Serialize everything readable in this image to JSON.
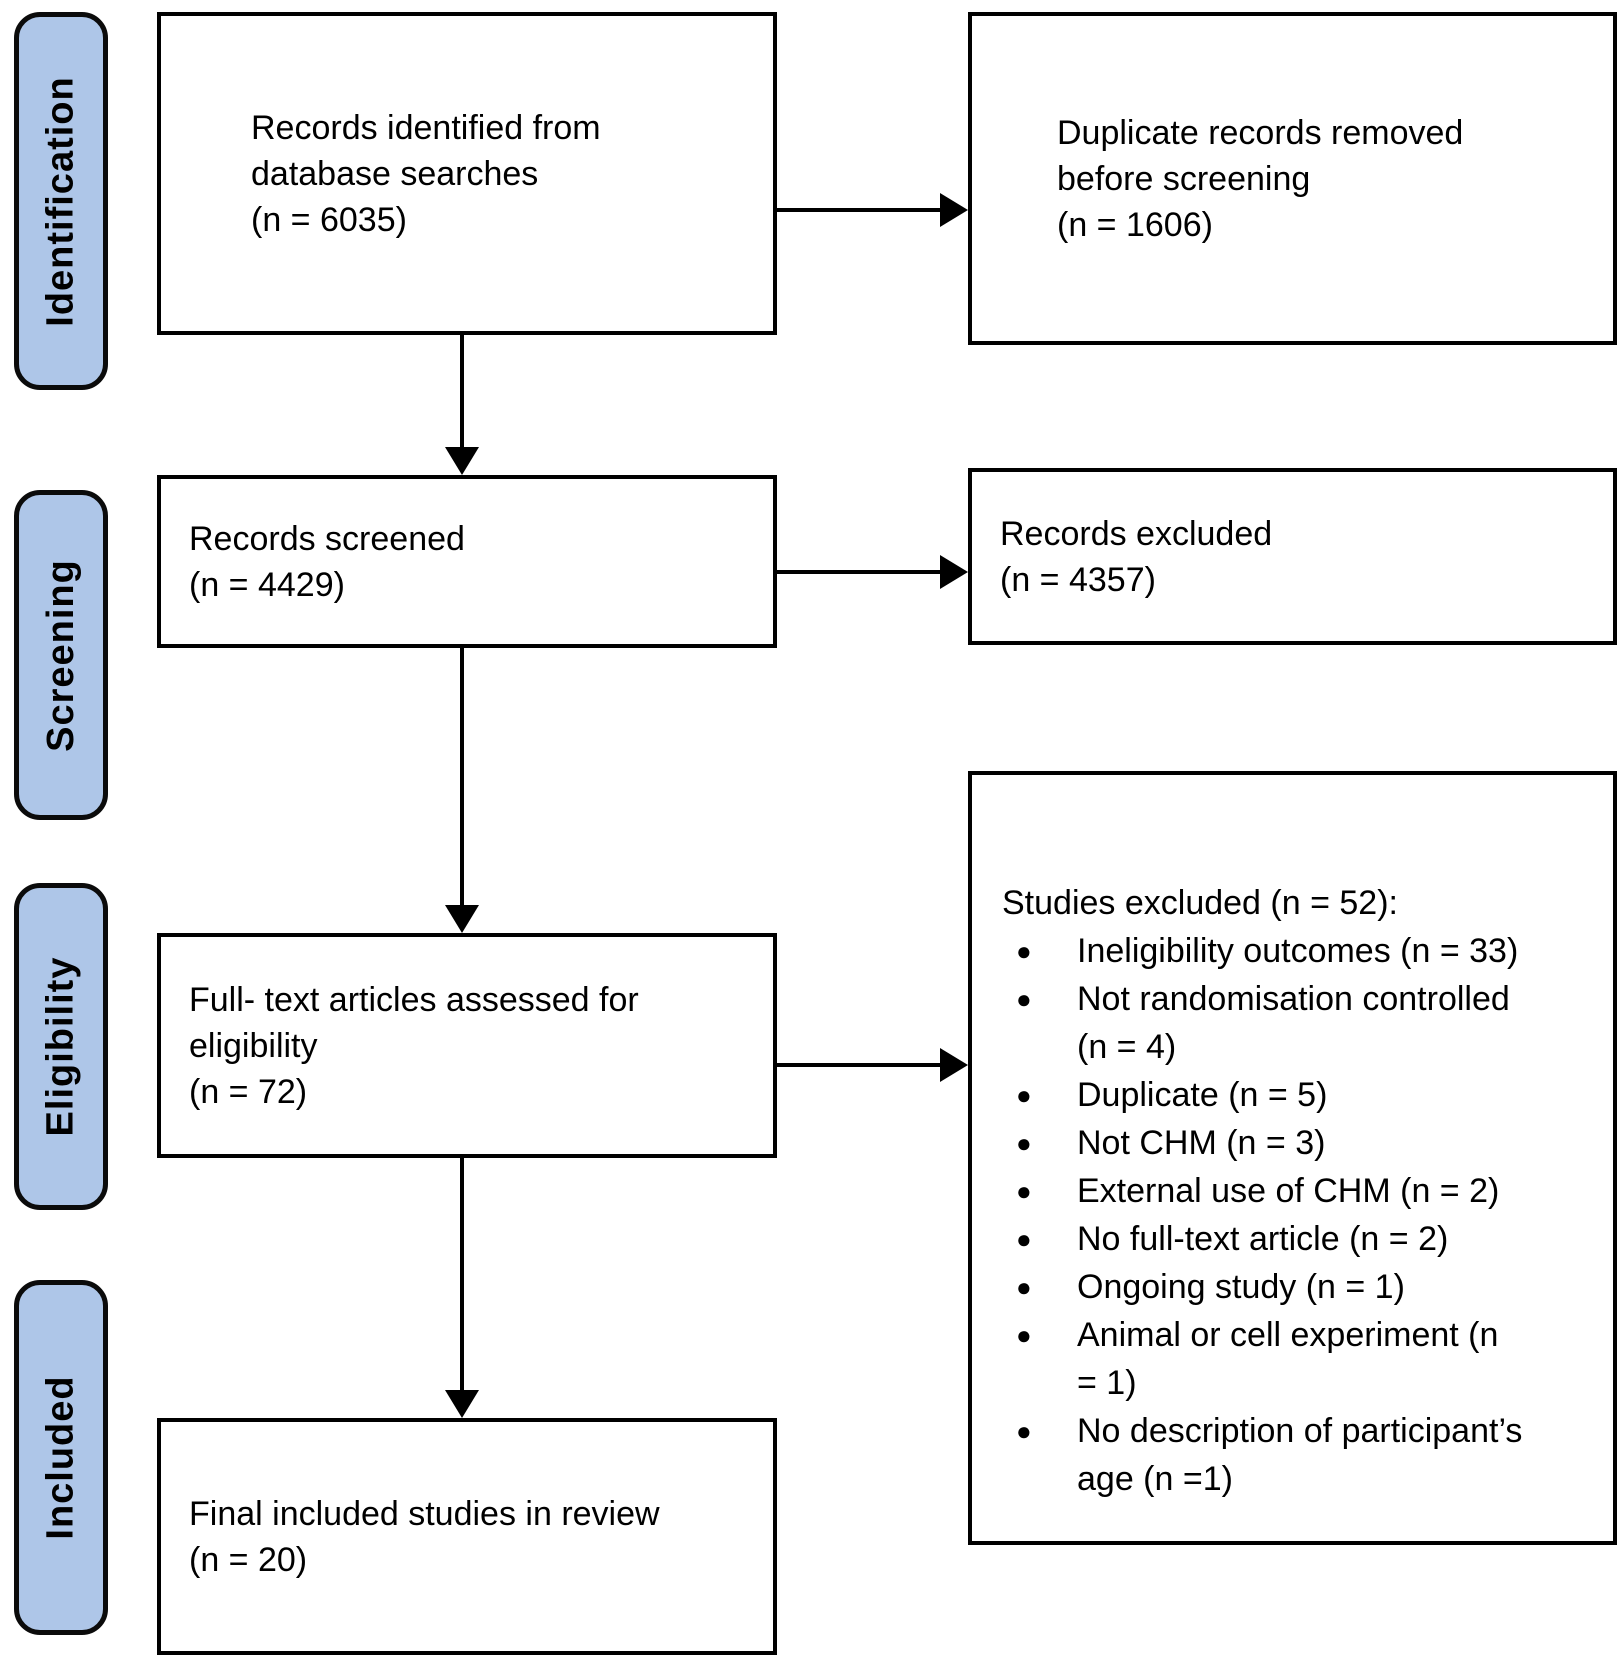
{
  "diagram": {
    "type": "prisma-flow",
    "stages": [
      {
        "label": "Identification"
      },
      {
        "label": "Screening"
      },
      {
        "label": "Eligibility"
      },
      {
        "label": "Included"
      }
    ],
    "boxes": {
      "identified": "Records identified from\ndatabase searches\n(n = 6035)",
      "duplicates_removed": "Duplicate records removed\nbefore screening\n(n = 1606)",
      "screened": "Records screened\n(n = 4429)",
      "records_excluded": "Records excluded\n(n = 4357)",
      "fulltext_assessed": "Full- text articles assessed for\neligibility\n(n = 72)",
      "final_included": "Final included studies in review\n(n = 20)"
    },
    "excluded_box": {
      "title": "Studies excluded (n = 52):",
      "bullet_glyph": "●",
      "items": [
        "Ineligibility outcomes (n = 33)",
        "Not randomisation controlled\n(n = 4)",
        "Duplicate (n = 5)",
        "Not CHM (n = 3)",
        "External use of CHM (n = 2)",
        "No full-text article (n = 2)",
        "Ongoing study (n = 1)",
        "Animal or cell experiment (n\n= 1)",
        "No description of participant’s\nage (n =1)"
      ]
    },
    "colors": {
      "stage_fill": "#aec6e8",
      "border": "#000000",
      "background": "#ffffff",
      "text": "#000000"
    }
  }
}
